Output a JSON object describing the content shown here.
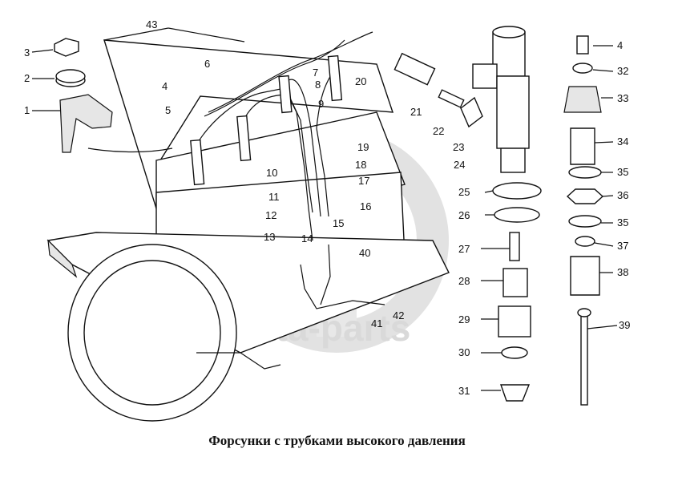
{
  "caption": "Форсунки с трубками высокого давления",
  "watermark": "data-parts",
  "callouts": [
    "1",
    "2",
    "3",
    "4",
    "5",
    "6",
    "7",
    "8",
    "9",
    "10",
    "11",
    "12",
    "13",
    "14",
    "15",
    "16",
    "17",
    "18",
    "19",
    "20",
    "21",
    "22",
    "23",
    "24",
    "25",
    "26",
    "27",
    "28",
    "29",
    "30",
    "31",
    "32",
    "33",
    "34",
    "35",
    "36",
    "35",
    "37",
    "38",
    "39",
    "40",
    "41",
    "42",
    "43",
    "4"
  ]
}
